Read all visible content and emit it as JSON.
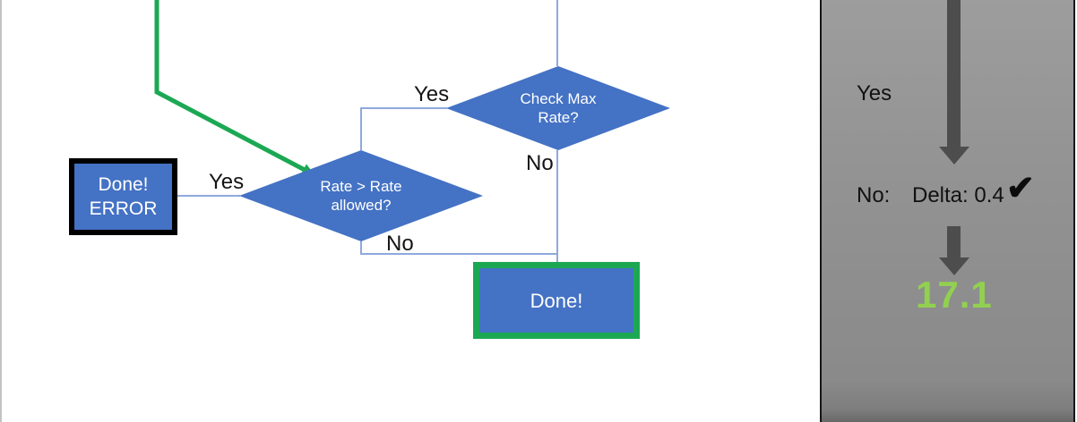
{
  "flowchart": {
    "decision_check_max_rate": {
      "line1": "Check Max",
      "line2": "Rate?"
    },
    "decision_rate_allowed": {
      "line1": "Rate > Rate",
      "line2": "allowed?"
    },
    "terminator_done_error": {
      "line1": "Done!",
      "line2": "ERROR"
    },
    "terminator_done": {
      "label": "Done!"
    },
    "edge_labels": {
      "check_max_yes": "Yes",
      "check_max_no": "No",
      "rate_allowed_yes": "Yes",
      "rate_allowed_no": "No"
    }
  },
  "side_panel": {
    "yes_label": "Yes",
    "no_label": "No:",
    "delta_value": "Delta: 0.4",
    "check_icon": "✔",
    "result_value": "17.1"
  },
  "colors": {
    "shape_fill_blue": "#4472C4",
    "flow_green": "#1CA853",
    "result_green": "#92D050",
    "connector_blue": "#8EA9DB",
    "panel_arrow_gray": "#4D4D4D",
    "panel_gray": "#8F8F8F"
  }
}
